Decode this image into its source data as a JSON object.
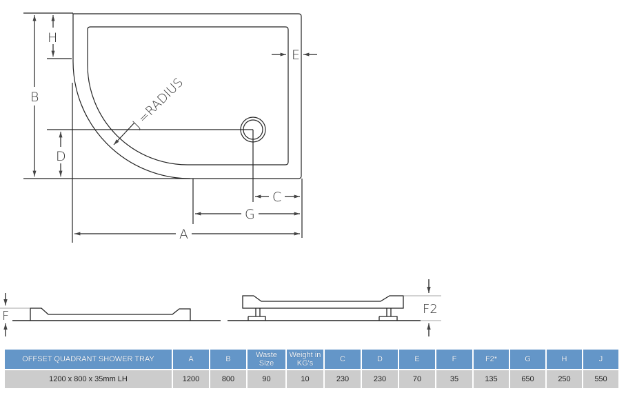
{
  "diagram": {
    "plan_labels": {
      "A": "A",
      "B": "B",
      "C": "C",
      "D": "D",
      "E": "E",
      "G": "G",
      "H": "H",
      "J": "J =RADIUS"
    },
    "side_labels": {
      "F": "F",
      "F2": "F2"
    }
  },
  "table": {
    "headers": [
      "OFFSET QUADRANT SHOWER TRAY",
      "A",
      "B",
      "Waste Size",
      "Weight in KG's",
      "C",
      "D",
      "E",
      "F",
      "F2*",
      "G",
      "H",
      "J"
    ],
    "rows": [
      [
        "1200 x 800 x 35mm LH",
        "1200",
        "800",
        "90",
        "10",
        "230",
        "230",
        "70",
        "35",
        "135",
        "650",
        "250",
        "550"
      ]
    ]
  },
  "colors": {
    "header_bg": "#6496c8",
    "row_bg": "#cccccc",
    "line": "#222222"
  }
}
